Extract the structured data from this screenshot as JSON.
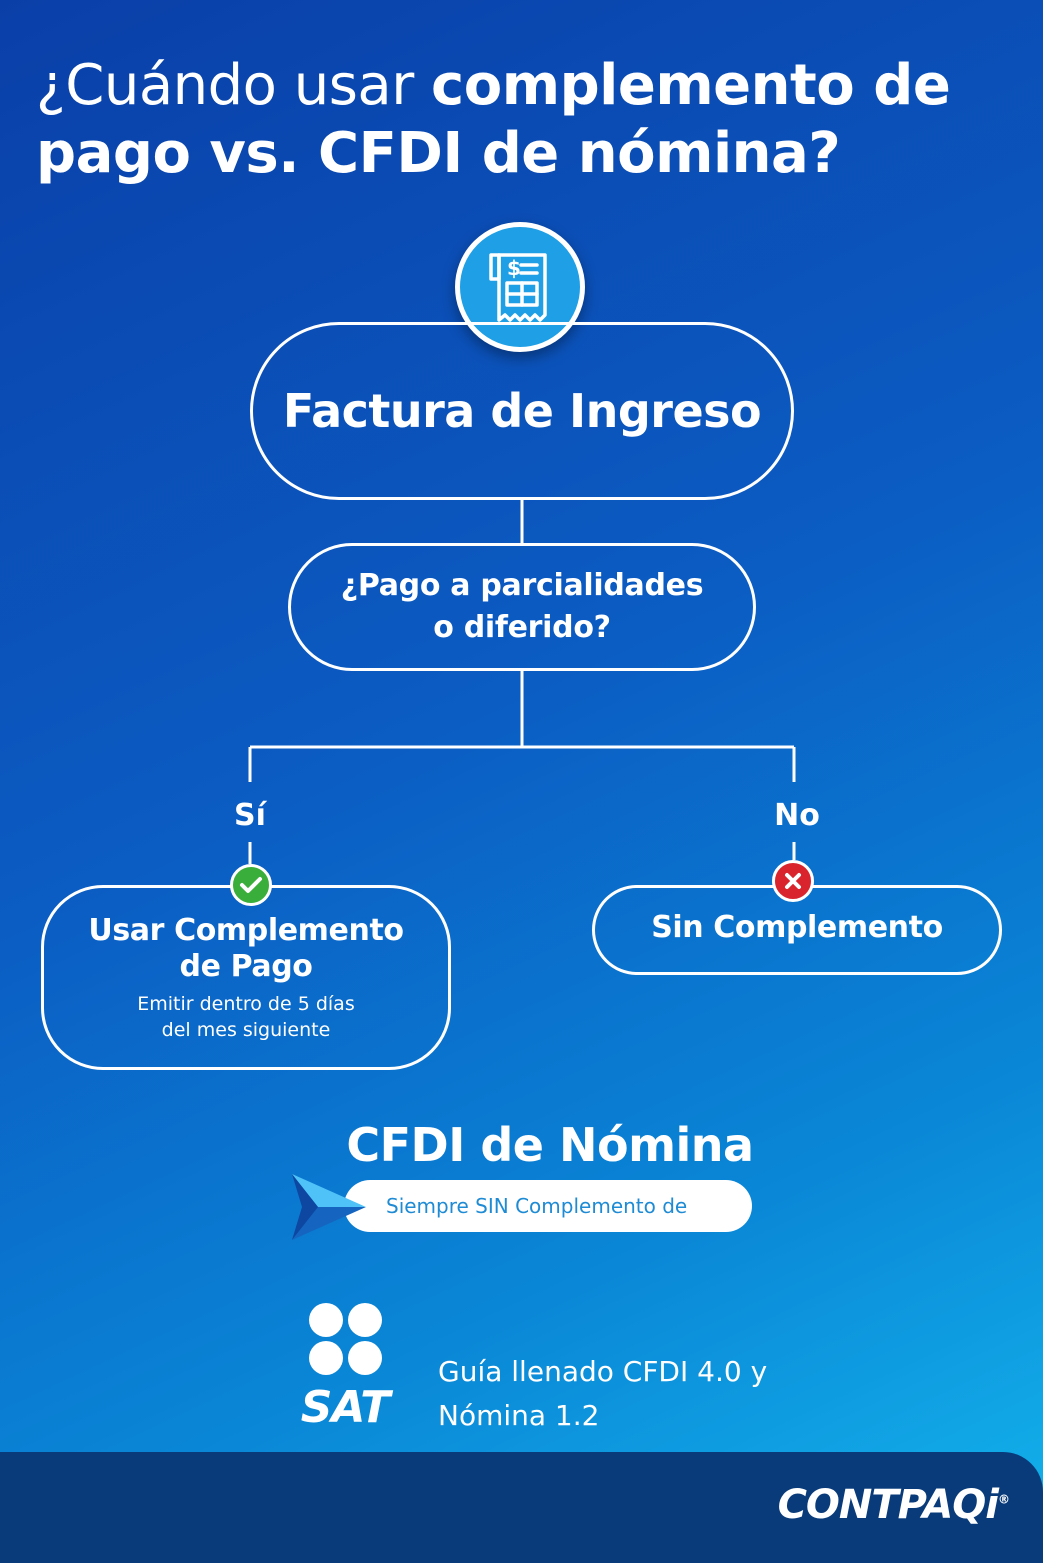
{
  "title": {
    "light": "¿Cuándo usar ",
    "bold1": "complemento de",
    "bold2": "pago vs. CFDI de nómina?"
  },
  "icons": {
    "top": "receipt-icon",
    "yes": "check-icon",
    "no": "x-icon",
    "arrow": "arrow-icon",
    "sat": "sat-logo"
  },
  "flow": {
    "root": "Factura de Ingreso",
    "question_line1": "¿Pago a parcialidades",
    "question_line2": "o diferido?",
    "yes_label": "Sí",
    "no_label": "No",
    "yes_title_line1": "Usar Complemento",
    "yes_title_line2": "de Pago",
    "yes_sub_line1": "Emitir dentro de 5 días",
    "yes_sub_line2": "del mes siguiente",
    "no_title": "Sin Complemento"
  },
  "nomina": {
    "title": "CFDI de Nómina",
    "note": "Siempre SIN Complemento de"
  },
  "source": {
    "sat": "SAT",
    "line1": "Guía llenado CFDI 4.0 y",
    "line2": "Nómina 1.2"
  },
  "footer": {
    "brand": "CONTPAQi",
    "mark": "®"
  },
  "colors": {
    "background_top": "#0a3fa8",
    "background_bottom": "#13b4ec",
    "footer": "#093b7a",
    "icon_circle": "#1e9fe6",
    "check": "#3aae3a",
    "cross": "#d9232d",
    "note_text": "#1e8bd4"
  }
}
